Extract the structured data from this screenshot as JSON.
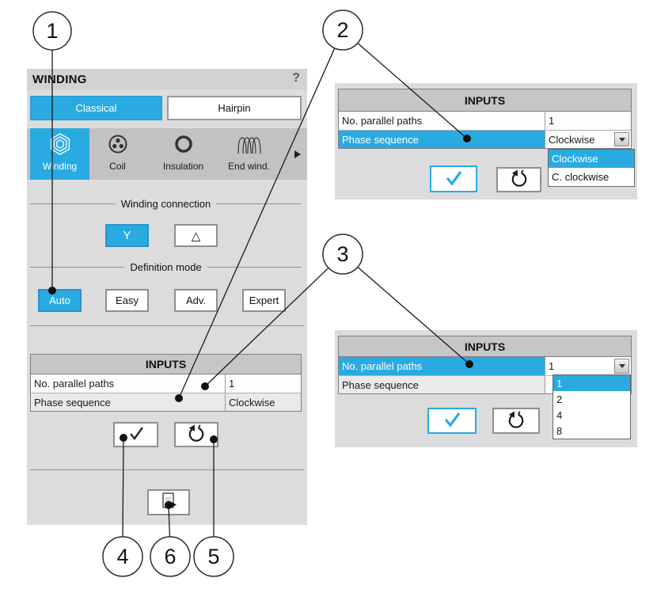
{
  "colors": {
    "accent": "#29abe2",
    "panel_bg": "#dcdcdc",
    "icon_strip_bg": "#c2c2c2",
    "table_header_bg": "#c6c6c6",
    "row_alt_bg": "#eaeaea",
    "border": "#7f7f7f"
  },
  "winding_panel": {
    "title": "WINDING",
    "help": "?",
    "tabs": {
      "classical": "Classical",
      "hairpin": "Hairpin"
    },
    "nav": {
      "winding": "Winding",
      "coil": "Coil",
      "insulation": "Insulation",
      "end_winding": "End wind."
    },
    "connection": {
      "legend": "Winding connection",
      "star": "Y",
      "delta": "△"
    },
    "mode": {
      "legend": "Definition mode",
      "auto": "Auto",
      "easy": "Easy",
      "adv": "Adv.",
      "expert": "Expert"
    },
    "inputs": {
      "header": "INPUTS",
      "rows": [
        {
          "label": "No. parallel paths",
          "value": "1"
        },
        {
          "label": "Phase sequence",
          "value": "Clockwise"
        }
      ]
    }
  },
  "phase_panel": {
    "inputs": {
      "header": "INPUTS",
      "rows": [
        {
          "label": "No. parallel paths",
          "value": "1"
        },
        {
          "label": "Phase sequence",
          "value": "Clockwise"
        }
      ]
    },
    "dropdown": {
      "options": [
        "Clockwise",
        "C. clockwise"
      ],
      "selected": "Clockwise"
    }
  },
  "paths_panel": {
    "inputs": {
      "header": "INPUTS",
      "rows": [
        {
          "label": "No. parallel paths",
          "value": "1"
        },
        {
          "label": "Phase sequence",
          "value": ""
        }
      ]
    },
    "dropdown": {
      "options": [
        "1",
        "2",
        "4",
        "8"
      ],
      "selected": "1"
    }
  },
  "callouts": [
    "1",
    "2",
    "3",
    "4",
    "5",
    "6"
  ]
}
